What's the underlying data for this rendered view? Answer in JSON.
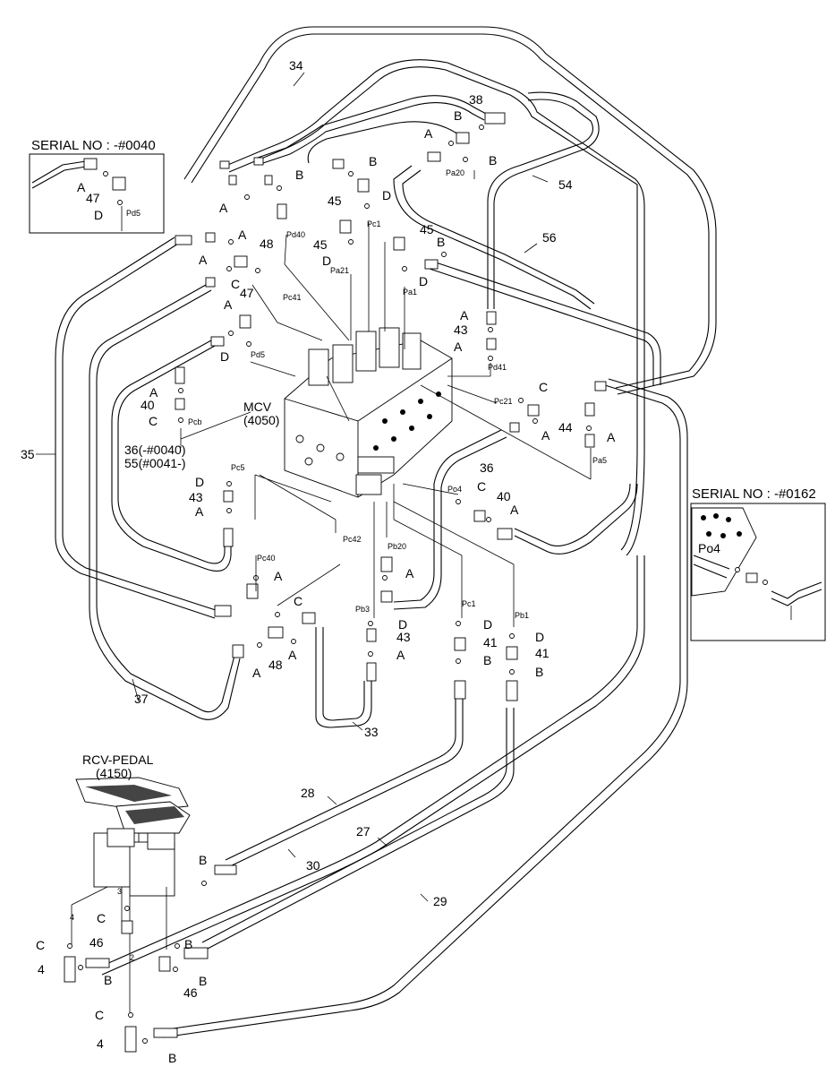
{
  "inset_left": {
    "title": "SERIAL NO : -#0040",
    "labels": [
      "A",
      "47",
      "D",
      "Pd5"
    ]
  },
  "inset_right": {
    "title": "SERIAL NO : -#0162",
    "labels": [
      "Po4"
    ]
  },
  "assembly": {
    "mcv_label": "MCV",
    "mcv_code": "(4050)",
    "rcv_label": "RCV-PEDAL",
    "rcv_code": "(4150)",
    "line_36": "36(-#0040)",
    "line_55": "55(#0041-)"
  },
  "callouts": [
    {
      "id": "c34",
      "text": "34"
    },
    {
      "id": "c38",
      "text": "38"
    },
    {
      "id": "c54",
      "text": "54"
    },
    {
      "id": "c56",
      "text": "56"
    },
    {
      "id": "c35",
      "text": "35"
    },
    {
      "id": "c37",
      "text": "37"
    },
    {
      "id": "c33",
      "text": "33"
    },
    {
      "id": "c36",
      "text": "36"
    },
    {
      "id": "c28",
      "text": "28"
    },
    {
      "id": "c30",
      "text": "30"
    },
    {
      "id": "c27",
      "text": "27"
    },
    {
      "id": "c29",
      "text": "29"
    },
    {
      "id": "c48a",
      "text": "48"
    },
    {
      "id": "c47",
      "text": "47"
    },
    {
      "id": "c45a",
      "text": "45"
    },
    {
      "id": "c45b",
      "text": "45"
    },
    {
      "id": "c45c",
      "text": "45"
    },
    {
      "id": "c43a",
      "text": "43"
    },
    {
      "id": "c43b",
      "text": "43"
    },
    {
      "id": "c43c",
      "text": "43"
    },
    {
      "id": "c40a",
      "text": "40"
    },
    {
      "id": "c40b",
      "text": "40"
    },
    {
      "id": "c44",
      "text": "44"
    },
    {
      "id": "c41a",
      "text": "41"
    },
    {
      "id": "c41b",
      "text": "41"
    },
    {
      "id": "c48b",
      "text": "48"
    },
    {
      "id": "c46a",
      "text": "46"
    },
    {
      "id": "c46b",
      "text": "46"
    },
    {
      "id": "c4a",
      "text": "4"
    },
    {
      "id": "c4b",
      "text": "4"
    }
  ],
  "letters": [
    {
      "id": "lB1",
      "text": "B"
    },
    {
      "id": "lB2",
      "text": "B"
    },
    {
      "id": "lB3",
      "text": "B"
    },
    {
      "id": "lB4",
      "text": "B"
    },
    {
      "id": "lA1",
      "text": "A"
    },
    {
      "id": "lD1",
      "text": "D"
    },
    {
      "id": "lA2",
      "text": "A"
    },
    {
      "id": "lB5",
      "text": "B"
    },
    {
      "id": "lD2",
      "text": "D"
    },
    {
      "id": "lA3",
      "text": "A"
    },
    {
      "id": "lA4",
      "text": "A"
    },
    {
      "id": "lC1",
      "text": "C"
    },
    {
      "id": "lA5",
      "text": "A"
    },
    {
      "id": "lD3",
      "text": "D"
    },
    {
      "id": "lA6",
      "text": "A"
    },
    {
      "id": "lD4",
      "text": "D"
    },
    {
      "id": "lA7",
      "text": "A"
    },
    {
      "id": "lC2",
      "text": "C"
    },
    {
      "id": "lA8",
      "text": "A"
    },
    {
      "id": "lC3",
      "text": "C"
    },
    {
      "id": "lA9",
      "text": "A"
    },
    {
      "id": "lA10",
      "text": "A"
    },
    {
      "id": "lD5",
      "text": "D"
    },
    {
      "id": "lA11",
      "text": "A"
    },
    {
      "id": "lC4",
      "text": "C"
    },
    {
      "id": "lA12",
      "text": "A"
    },
    {
      "id": "lA13",
      "text": "A"
    },
    {
      "id": "lC5",
      "text": "C"
    },
    {
      "id": "lA14",
      "text": "A"
    },
    {
      "id": "lA15",
      "text": "A"
    },
    {
      "id": "lD6",
      "text": "D"
    },
    {
      "id": "lA16",
      "text": "A"
    },
    {
      "id": "lD7",
      "text": "D"
    },
    {
      "id": "lB6",
      "text": "B"
    },
    {
      "id": "lD8",
      "text": "D"
    },
    {
      "id": "lB7",
      "text": "B"
    },
    {
      "id": "lB8",
      "text": "B"
    },
    {
      "id": "lC6",
      "text": "C"
    },
    {
      "id": "lB9",
      "text": "B"
    },
    {
      "id": "lC7",
      "text": "C"
    },
    {
      "id": "lB10",
      "text": "B"
    },
    {
      "id": "lB11",
      "text": "B"
    },
    {
      "id": "lC8",
      "text": "C"
    },
    {
      "id": "lB12",
      "text": "B"
    },
    {
      "id": "lA17",
      "text": "A"
    }
  ],
  "ports": [
    {
      "id": "pPd40",
      "text": "Pd40"
    },
    {
      "id": "pPc1",
      "text": "Pc1"
    },
    {
      "id": "pPa20",
      "text": "Pa20"
    },
    {
      "id": "pPa21",
      "text": "Pa21"
    },
    {
      "id": "pPa1",
      "text": "Pa1"
    },
    {
      "id": "pPc41",
      "text": "Pc41"
    },
    {
      "id": "pPd5",
      "text": "Pd5"
    },
    {
      "id": "pPd41",
      "text": "Pd41"
    },
    {
      "id": "pPc21",
      "text": "Pc21"
    },
    {
      "id": "pPcb",
      "text": "Pcb"
    },
    {
      "id": "pPc5",
      "text": "Pc5"
    },
    {
      "id": "pPa5",
      "text": "Pa5"
    },
    {
      "id": "pPo4",
      "text": "Po4"
    },
    {
      "id": "pPc40",
      "text": "Pc40"
    },
    {
      "id": "pPc42",
      "text": "Pc42"
    },
    {
      "id": "pPb20",
      "text": "Pb20"
    },
    {
      "id": "pPb3",
      "text": "Pb3"
    },
    {
      "id": "pPc1b",
      "text": "Pc1"
    },
    {
      "id": "pPb1",
      "text": "Pb1"
    },
    {
      "id": "p4",
      "text": "4"
    },
    {
      "id": "p3",
      "text": "3"
    },
    {
      "id": "p2",
      "text": "2"
    }
  ]
}
